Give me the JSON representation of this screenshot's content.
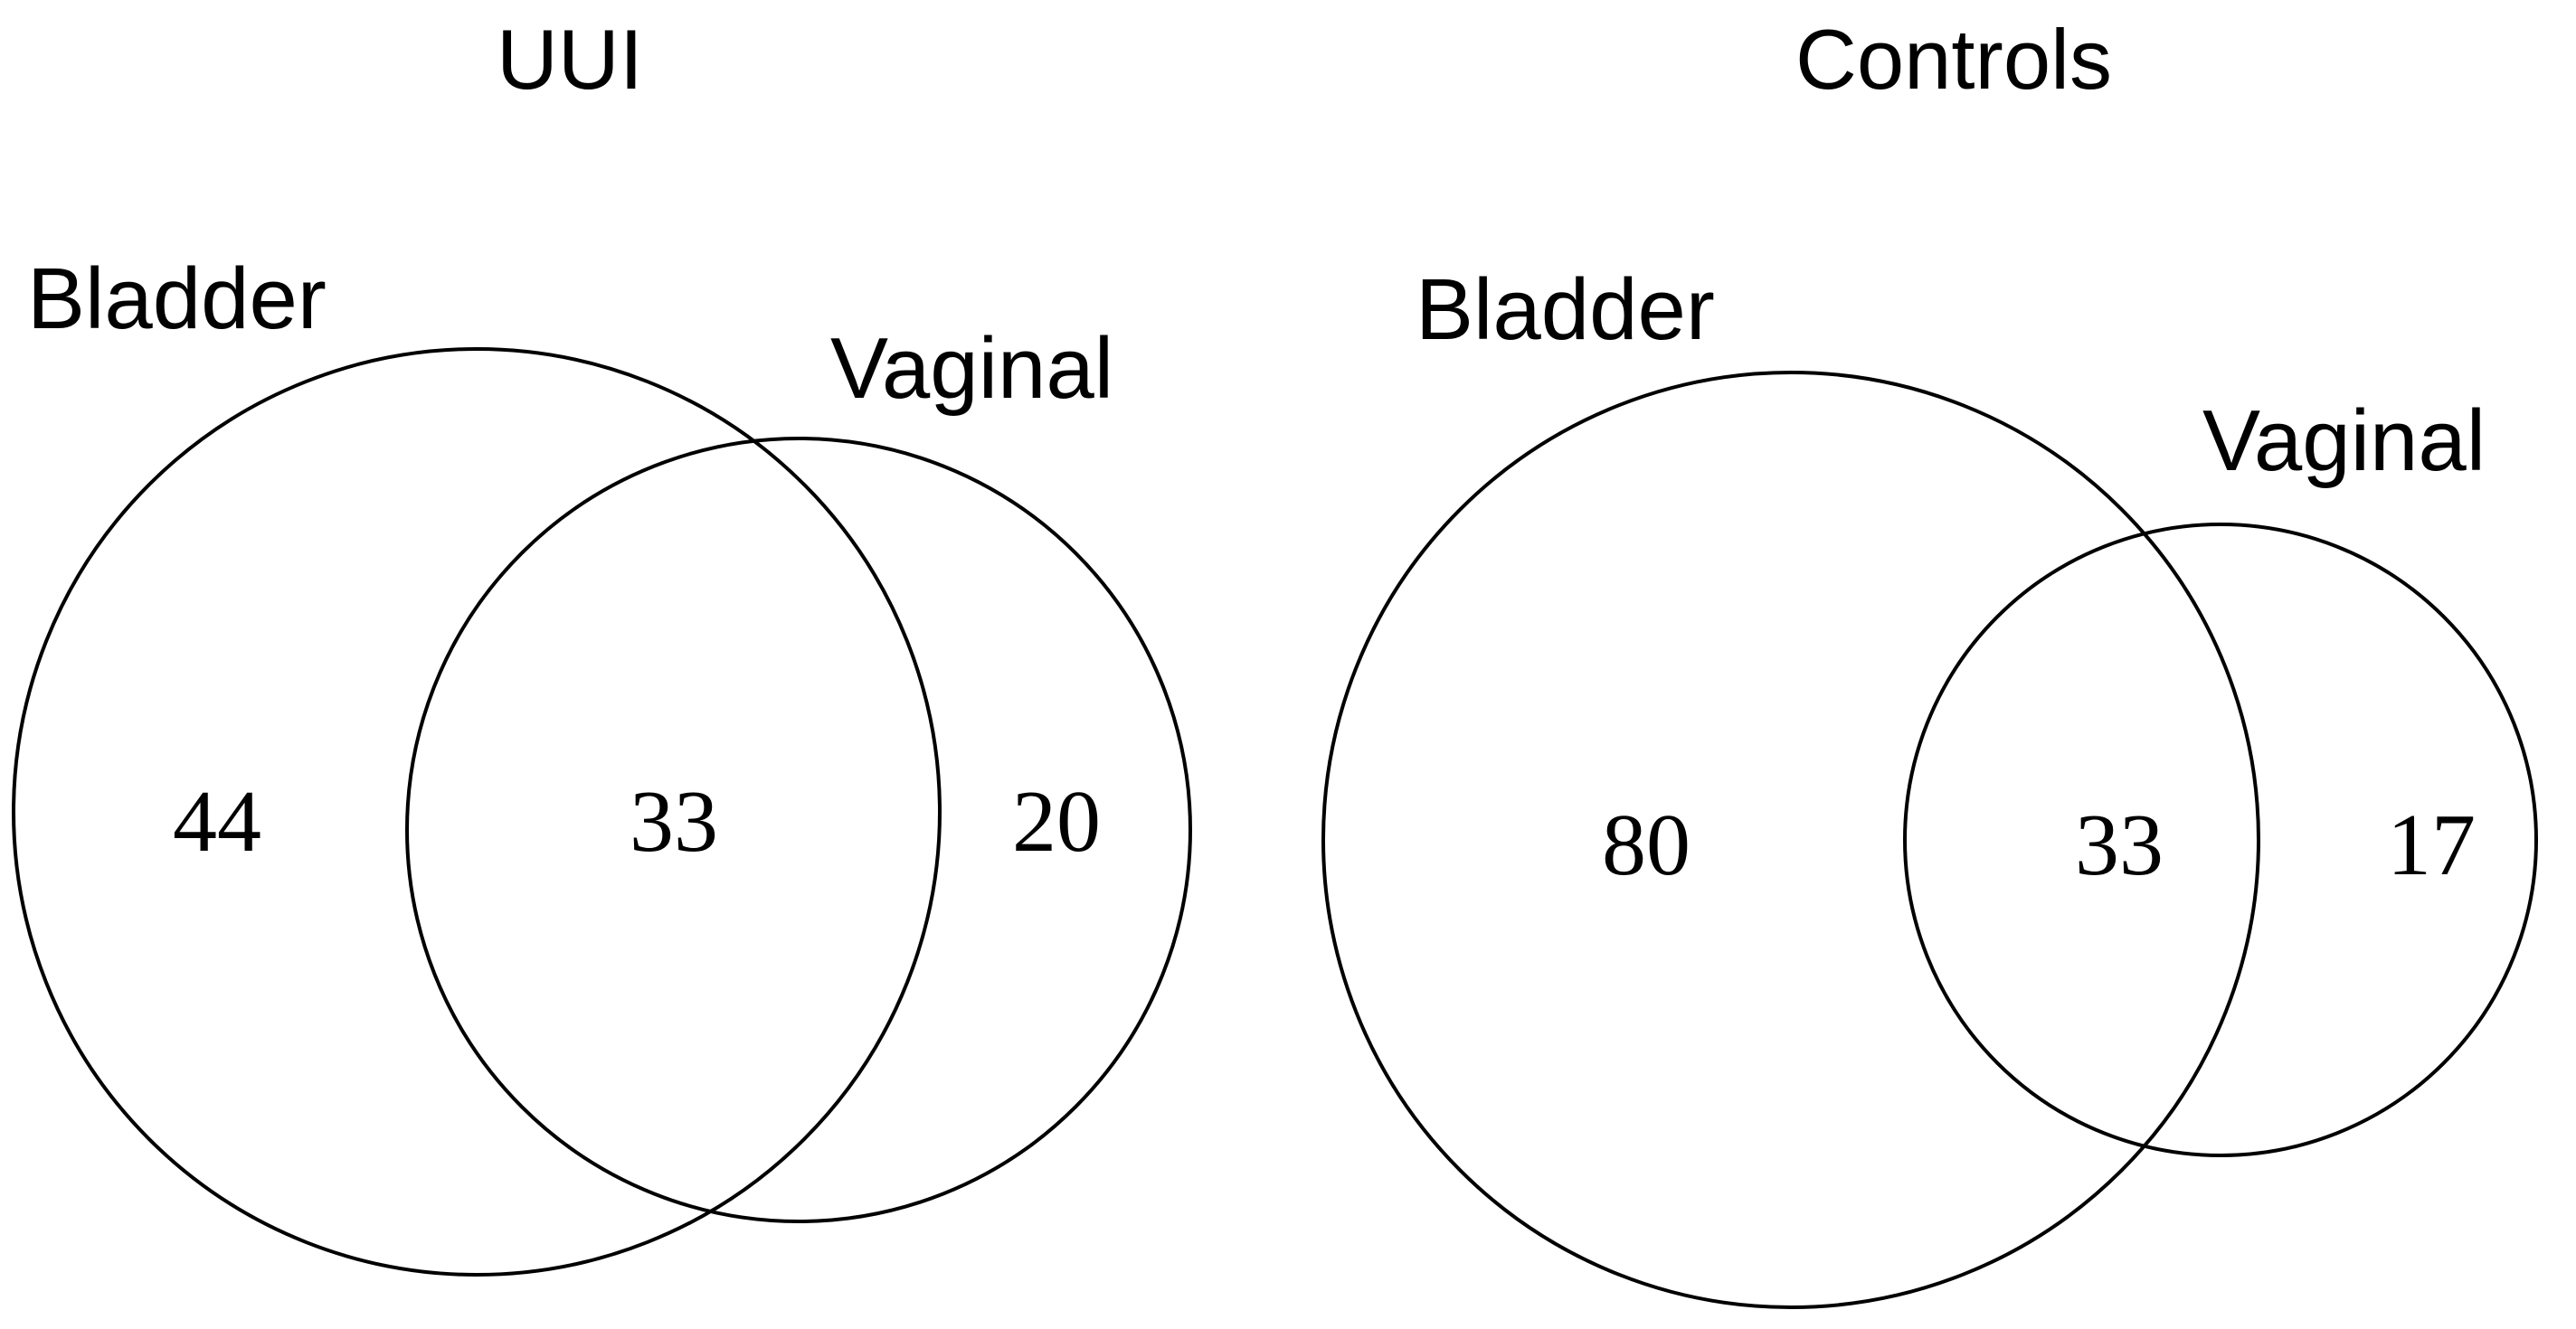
{
  "panels": [
    {
      "title": "UUI",
      "bladder_label": "Bladder",
      "vaginal_label": "Vaginal",
      "bladder_only": "44",
      "overlap": "33",
      "vaginal_only": "20"
    },
    {
      "title": "Controls",
      "bladder_label": "Bladder",
      "vaginal_label": "Vaginal",
      "bladder_only": "80",
      "overlap": "33",
      "vaginal_only": "17"
    }
  ]
}
